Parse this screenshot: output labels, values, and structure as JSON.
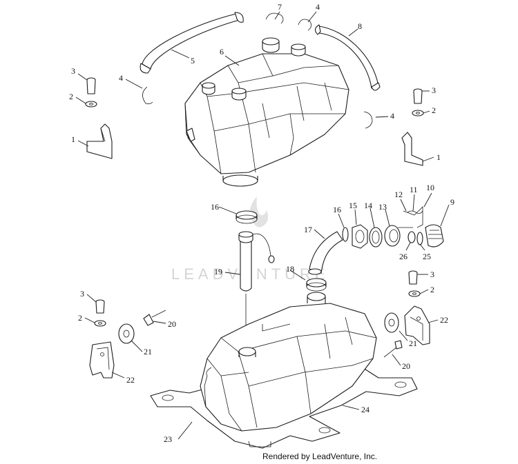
{
  "watermark": "LEADVENTURE",
  "credit": "Rendered by LeadVenture, Inc.",
  "callouts": [
    "7",
    "4",
    "8",
    "5",
    "6",
    "3",
    "4",
    "2",
    "1",
    "3",
    "2",
    "4",
    "1",
    "12",
    "11",
    "10",
    "9",
    "16",
    "16",
    "15",
    "14",
    "13",
    "17",
    "26",
    "25",
    "19",
    "18",
    "3",
    "2",
    "3",
    "2",
    "20",
    "22",
    "21",
    "22",
    "21",
    "20",
    "24",
    "23"
  ]
}
